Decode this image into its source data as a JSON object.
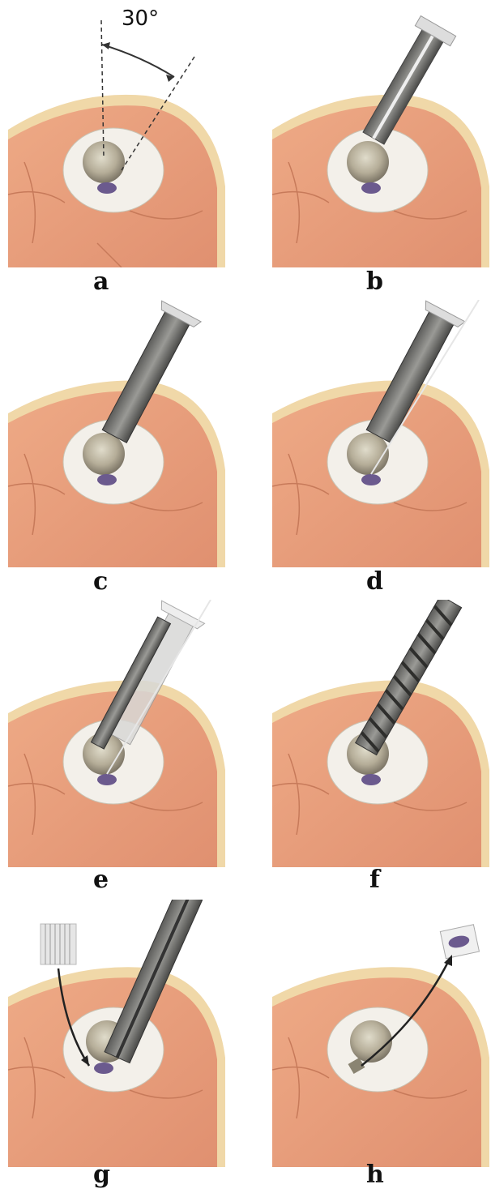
{
  "figure": {
    "angle_label": "30°",
    "panels": [
      {
        "label": "a"
      },
      {
        "label": "b"
      },
      {
        "label": "c"
      },
      {
        "label": "d"
      },
      {
        "label": "e"
      },
      {
        "label": "f"
      },
      {
        "label": "g"
      },
      {
        "label": "h"
      }
    ]
  },
  "colors": {
    "scalp": "#e8a07e",
    "scalp_dark": "#d98764",
    "skin_edge": "#f0d8a8",
    "bone": "#f3f0ea",
    "hole": "#b8b09a",
    "tool": "#7a7a78",
    "tool_dark": "#4e4e4c",
    "lesion": "#6b5a8e"
  }
}
